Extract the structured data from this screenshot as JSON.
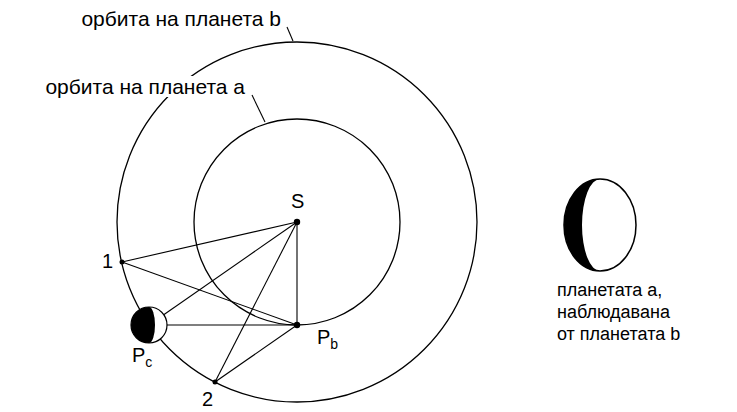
{
  "diagram": {
    "labels": [
      "орбита на планета b",
      "орбита на планета а",
      "S",
      "1",
      "2",
      "P",
      "c",
      "P",
      "b",
      "планетата а, наблюдавана от планетата b"
    ]
  }
}
